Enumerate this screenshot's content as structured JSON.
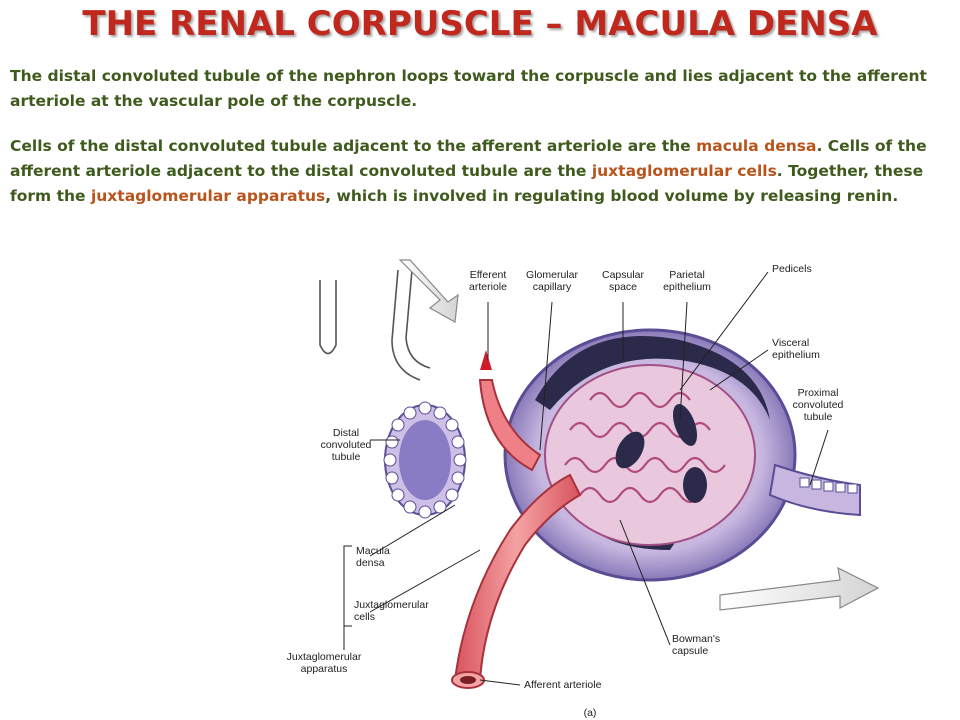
{
  "slide": {
    "title": "THE RENAL CORPUSCLE – MACULA DENSA",
    "para1": "The distal convoluted tubule of the nephron loops toward the corpuscle and lies adjacent to the afferent arteriole at the vascular pole of the corpuscle.",
    "para2": {
      "s1": "Cells of the distal convoluted tubule adjacent to the afferent arteriole are the ",
      "h1": "macula densa",
      "s2": ". Cells of the afferent arteriole adjacent to the distal convoluted tubule are the ",
      "h2": "juxtaglomerular cells",
      "s3": ". Together, these form the ",
      "h3": "juxtaglomerular apparatus",
      "s4": ", which is involved in regulating blood volume by releasing renin."
    }
  },
  "diagram": {
    "labels": {
      "efferent": [
        "Efferent",
        "arteriole"
      ],
      "glomerular": [
        "Glomerular",
        "capillary"
      ],
      "capsular": [
        "Capsular",
        "space"
      ],
      "parietal": [
        "Parietal",
        "epithelium"
      ],
      "pedicels": [
        "Pedicels"
      ],
      "visceral": [
        "Visceral",
        "epithelium"
      ],
      "proximal": [
        "Proximal",
        "convoluted",
        "tubule"
      ],
      "distal": [
        "Distal",
        "convoluted",
        "tubule"
      ],
      "macula": [
        "Macula",
        "densa"
      ],
      "jgcells": [
        "Juxtaglomerular",
        "cells"
      ],
      "jgapp": [
        "Juxtaglomerular",
        "apparatus"
      ],
      "bowman": [
        "Bowman's",
        "capsule"
      ],
      "afferent": [
        "Afferent arteriole"
      ],
      "panel": [
        "(a)"
      ]
    },
    "colors": {
      "title": "#c0281e",
      "text": "#3e5a1c",
      "highlight": "#b8541c",
      "vessel": "#e8747a",
      "capsule": "#8a7cc4",
      "capillary": "#c97aa8"
    }
  }
}
